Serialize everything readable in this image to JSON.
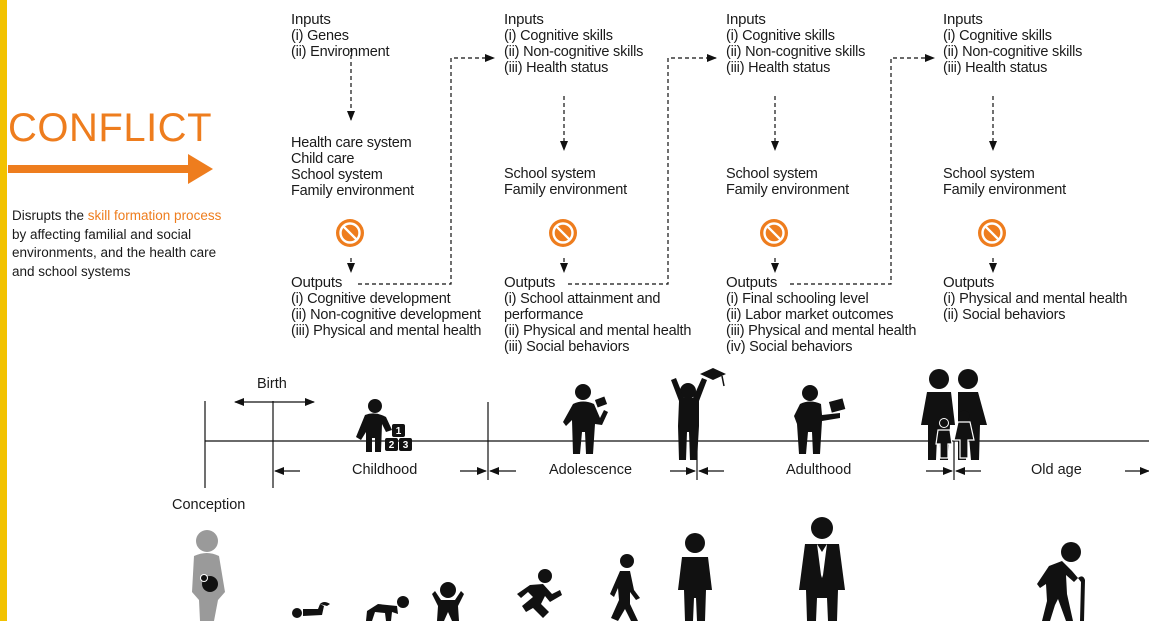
{
  "colors": {
    "accent": "#ee7d1e",
    "bar": "#f2c200",
    "figure_dark": "#111111",
    "figure_grey": "#9a9a9a"
  },
  "conflict": {
    "title": "CONFLICT",
    "desc_before": "Disrupts the ",
    "desc_highlight": "skill formation process",
    "desc_after": " by affecting familial and social environments, and the health care and school systems"
  },
  "stages": [
    {
      "inputs_title": "Inputs",
      "inputs": [
        "(i) Genes",
        "(ii) Environment"
      ],
      "systems": [
        "Health care system",
        "Child care",
        "School system",
        "Family environment"
      ],
      "outputs_title": "Outputs",
      "outputs": [
        "(i) Cognitive development",
        "(ii) Non-cognitive development",
        "(iii) Physical and mental health"
      ]
    },
    {
      "inputs_title": "Inputs",
      "inputs": [
        "(i) Cognitive skills",
        "(ii) Non-cognitive skills",
        "(iii) Health status"
      ],
      "systems": [
        "School system",
        "Family environment"
      ],
      "outputs_title": "Outputs",
      "outputs": [
        "(i) School attainment and",
        "performance",
        "(ii) Physical and mental health",
        "(iii) Social behaviors"
      ]
    },
    {
      "inputs_title": "Inputs",
      "inputs": [
        "(i) Cognitive skills",
        "(ii) Non-cognitive skills",
        "(iii) Health status"
      ],
      "systems": [
        "School system",
        "Family environment"
      ],
      "outputs_title": "Outputs",
      "outputs": [
        "(i) Final schooling level",
        "(ii) Labor market outcomes",
        "(iii) Physical and mental health",
        "(iv) Social behaviors"
      ]
    },
    {
      "inputs_title": "Inputs",
      "inputs": [
        "(i) Cognitive skills",
        "(ii) Non-cognitive skills",
        "(iii) Health status"
      ],
      "systems": [
        "School system",
        "Family environment"
      ],
      "outputs_title": "Outputs",
      "outputs": [
        "(i) Physical and mental health",
        "(ii) Social behaviors"
      ]
    }
  ],
  "timeline": {
    "birth": "Birth",
    "conception": "Conception",
    "periods": [
      "Childhood",
      "Adolescence",
      "Adulthood",
      "Old age"
    ]
  },
  "icons": [
    "no-symbol-icon",
    "child-blocks-icon",
    "reading-teen-icon",
    "graduate-icon",
    "adult-laptop-icon",
    "family-icon",
    "pregnant-woman-icon",
    "crawling-baby-icon",
    "toddler-icon",
    "running-child-icon",
    "walking-teen-icon",
    "standing-teen-icon",
    "standing-adult-icon",
    "elderly-cane-icon"
  ]
}
